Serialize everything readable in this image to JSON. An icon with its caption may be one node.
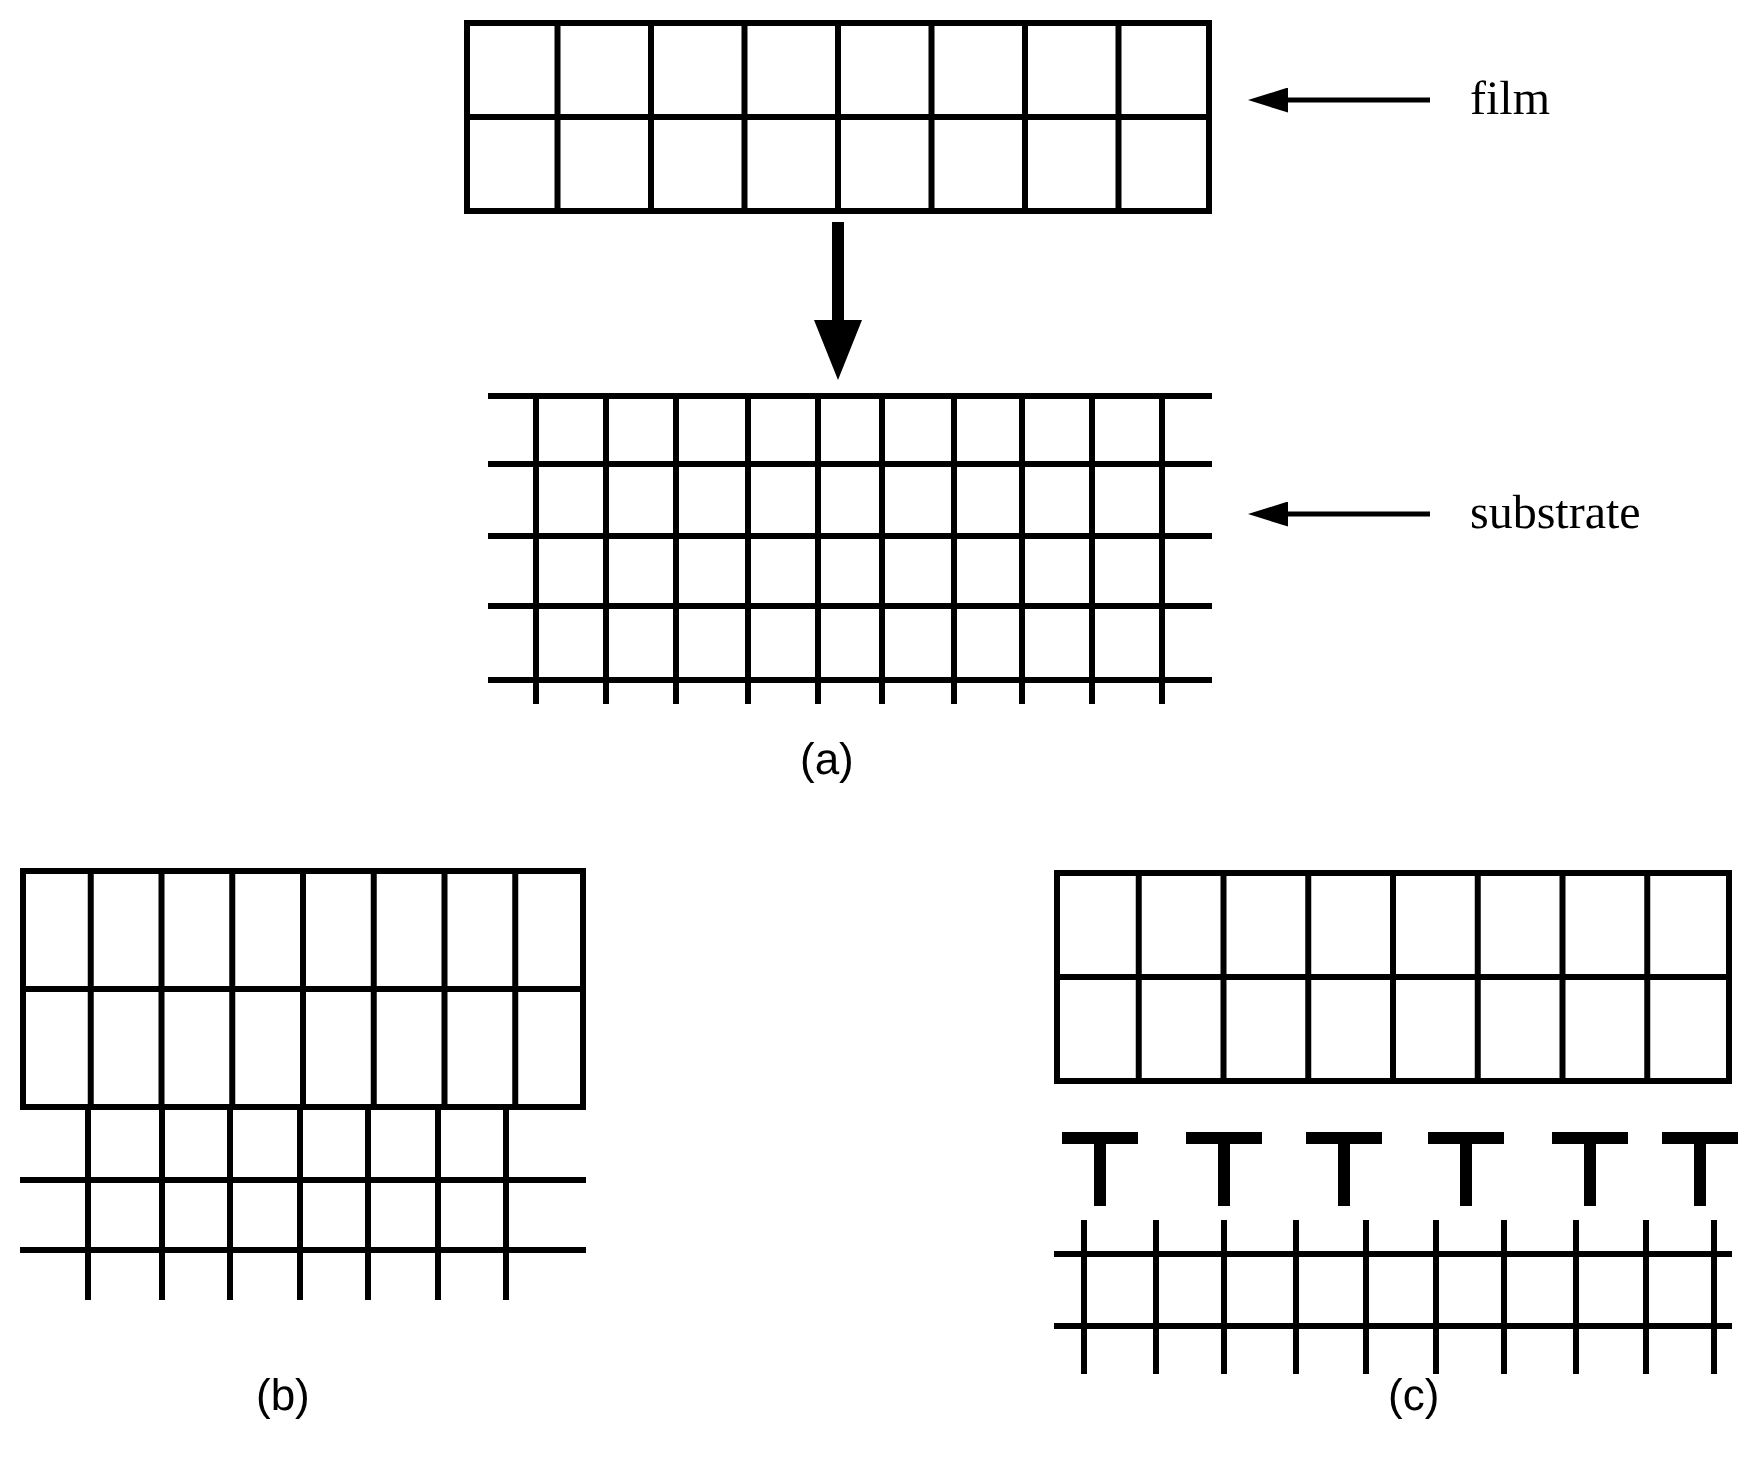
{
  "diagram": {
    "nodes": [
      {
        "text": [],
        "shape": "box"
      },
      {
        "text": [
          "film"
        ]
      },
      {
        "text": [],
        "shape": "box"
      },
      {
        "text": [
          "substrate"
        ]
      }
    ],
    "edges": [
      {
        "from": 0,
        "to": 2,
        "arrow": "to",
        "style": "thick"
      },
      {
        "from": 1,
        "to": 0,
        "arrow": "to"
      },
      {
        "from": 3,
        "to": 2,
        "arrow": "to"
      }
    ],
    "labels": [
      "(a)",
      "(b)",
      "(c)"
    ]
  }
}
